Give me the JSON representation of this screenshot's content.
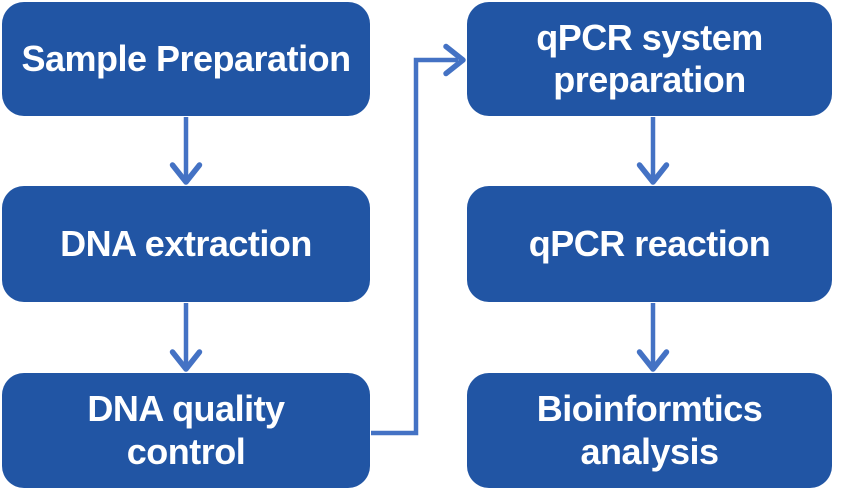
{
  "diagram": {
    "type": "flowchart",
    "colors": {
      "node_fill": "#2155A4",
      "node_text": "#FFFFFF",
      "arrow": "#4472C4",
      "background": "#FFFFFF"
    },
    "nodes": [
      {
        "id": "sample-preparation",
        "label": "Sample Preparation"
      },
      {
        "id": "dna-extraction",
        "label": "DNA extraction"
      },
      {
        "id": "dna-quality-control",
        "label": "DNA quality\ncontrol"
      },
      {
        "id": "qpcr-system-preparation",
        "label": "qPCR system\npreparation"
      },
      {
        "id": "qpcr-reaction",
        "label": "qPCR reaction"
      },
      {
        "id": "bioinformtics-analysis",
        "label": "Bioinformtics\nanalysis"
      }
    ],
    "edges": [
      {
        "from": "sample-preparation",
        "to": "dna-extraction"
      },
      {
        "from": "dna-extraction",
        "to": "dna-quality-control"
      },
      {
        "from": "dna-quality-control",
        "to": "qpcr-system-preparation"
      },
      {
        "from": "qpcr-system-preparation",
        "to": "qpcr-reaction"
      },
      {
        "from": "qpcr-reaction",
        "to": "bioinformtics-analysis"
      }
    ]
  }
}
